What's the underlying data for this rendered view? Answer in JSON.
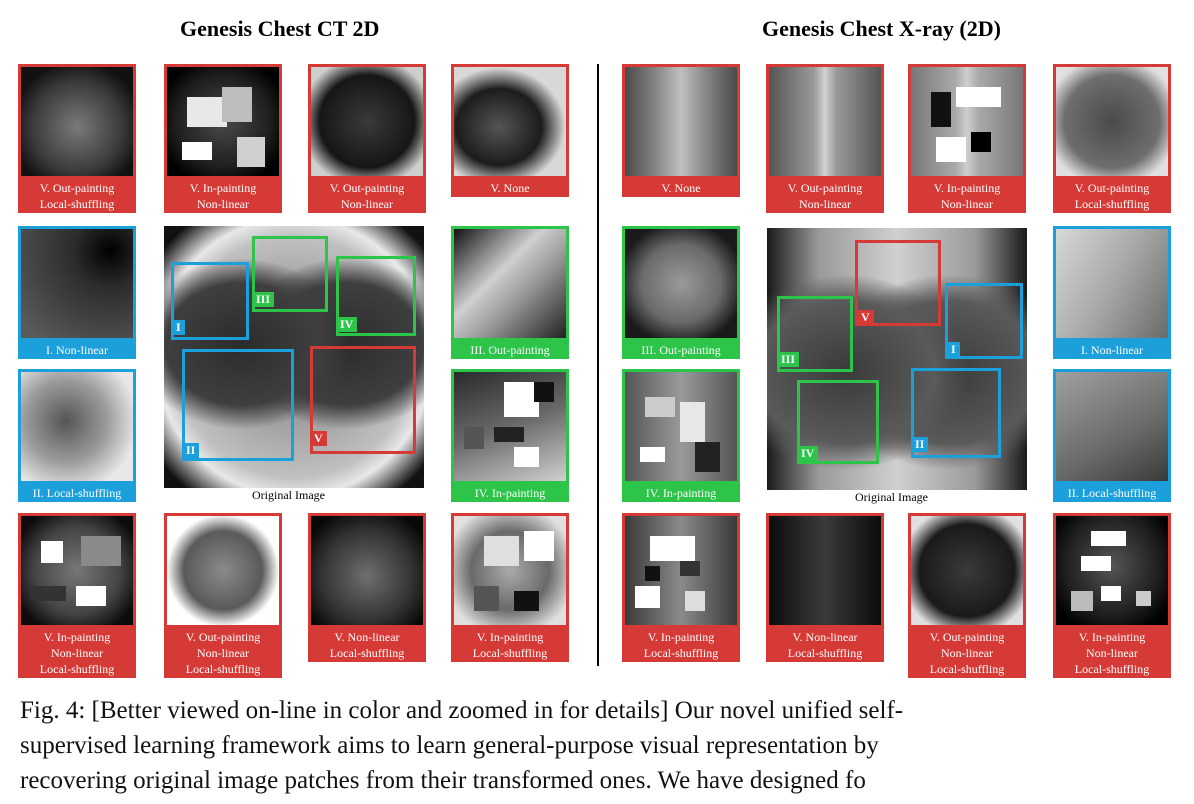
{
  "figure": {
    "left_title": "Genesis Chest CT 2D",
    "right_title": "Genesis Chest X-ray (2D)",
    "original_label": "Original Image",
    "colors": {
      "red": "#d63a36",
      "blue": "#1ca0dc",
      "green": "#2dc44a"
    },
    "ct_tiles": [
      {
        "caption": [
          "V. Out-painting",
          "Local-shuffling"
        ],
        "color": "red"
      },
      {
        "caption": [
          "V. In-painting",
          "Non-linear"
        ],
        "color": "red"
      },
      {
        "caption": [
          "V. Out-painting",
          "Non-linear"
        ],
        "color": "red"
      },
      {
        "caption": [
          "V. None"
        ],
        "color": "red"
      },
      {
        "caption": [
          "I. Non-linear"
        ],
        "color": "blue"
      },
      {
        "caption": [
          "III. Out-painting"
        ],
        "color": "green"
      },
      {
        "caption": [
          "II. Local-shuffling"
        ],
        "color": "blue"
      },
      {
        "caption": [
          "IV. In-painting"
        ],
        "color": "green"
      },
      {
        "caption": [
          "V. In-painting",
          "Non-linear",
          "Local-shuffling"
        ],
        "color": "red"
      },
      {
        "caption": [
          "V. Out-painting",
          "Non-linear",
          "Local-shuffling"
        ],
        "color": "red"
      },
      {
        "caption": [
          "V. Non-linear",
          "Local-shuffling"
        ],
        "color": "red"
      },
      {
        "caption": [
          "V. In-painting",
          "Local-shuffling"
        ],
        "color": "red"
      }
    ],
    "xray_tiles": [
      {
        "caption": [
          "V. None"
        ],
        "color": "red"
      },
      {
        "caption": [
          "V. Out-painting",
          "Non-linear"
        ],
        "color": "red"
      },
      {
        "caption": [
          "V. In-painting",
          "Non-linear"
        ],
        "color": "red"
      },
      {
        "caption": [
          "V. Out-painting",
          "Local-shuffling"
        ],
        "color": "red"
      },
      {
        "caption": [
          "III. Out-painting"
        ],
        "color": "green"
      },
      {
        "caption": [
          "I. Non-linear"
        ],
        "color": "blue"
      },
      {
        "caption": [
          "IV. In-painting"
        ],
        "color": "green"
      },
      {
        "caption": [
          "II. Local-shuffling"
        ],
        "color": "blue"
      },
      {
        "caption": [
          "V. In-painting",
          "Local-shuffling"
        ],
        "color": "red"
      },
      {
        "caption": [
          "V. Non-linear",
          "Local-shuffling"
        ],
        "color": "red"
      },
      {
        "caption": [
          "V. Out-painting",
          "Non-linear",
          "Local-shuffling"
        ],
        "color": "red"
      },
      {
        "caption": [
          "V. In-painting",
          "Non-linear",
          "Local-shuffling"
        ],
        "color": "red"
      }
    ],
    "ct_region_tags": [
      "I",
      "II",
      "III",
      "IV",
      "V"
    ],
    "xray_region_tags": [
      "I",
      "II",
      "III",
      "IV",
      "V"
    ]
  },
  "caption": {
    "lines": [
      "Fig. 4: [Better viewed on-line in color and zoomed in for details] Our novel unified self-",
      "supervised learning framework aims to learn general-purpose visual representation by",
      "recovering original image patches from their transformed ones. We have designed fo"
    ]
  }
}
